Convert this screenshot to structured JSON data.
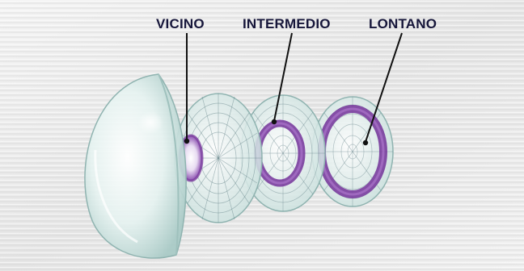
{
  "labels": {
    "near": "VICINO",
    "intermediate": "INTERMEDIO",
    "far": "LONTANO"
  },
  "colors": {
    "background": "#ececec",
    "label_text": "#16163a",
    "zone_ring": "#7a3d9e",
    "lens_edge": "#8fb3b0",
    "grid_lines": "#5f7f86"
  }
}
